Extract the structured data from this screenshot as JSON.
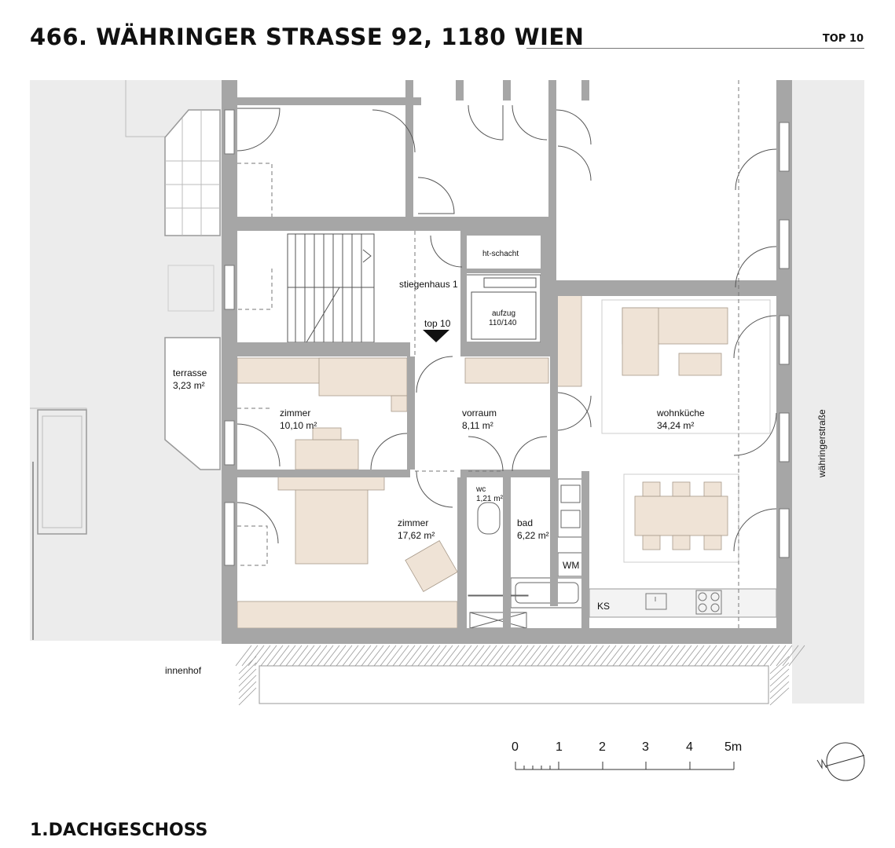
{
  "header": {
    "title": "466. WÄHRINGER STRASSE 92, 1180 WIEN",
    "unit": "TOP 10"
  },
  "footer": {
    "level": "1.DACHGESCHOSS"
  },
  "rooms": {
    "stiegenhaus": "stiegenhaus 1",
    "ht_schacht": "ht-schacht",
    "aufzug": "aufzug",
    "aufzug_size": "110/140",
    "top_marker": "top 10",
    "terrasse": "terrasse",
    "terrasse_area": "3,23 m²",
    "zimmer1": "zimmer",
    "zimmer1_area": "10,10 m²",
    "vorraum": "vorraum",
    "vorraum_area": "8,11 m²",
    "wohnkueche": "wohnküche",
    "wohnkueche_area": "34,24 m²",
    "zimmer2": "zimmer",
    "zimmer2_area": "17,62 m²",
    "wc": "wc",
    "wc_area": "1,21 m²",
    "bad": "bad",
    "bad_area": "6,22 m²",
    "wm": "WM",
    "ks": "KS",
    "innenhof": "innenhof",
    "street": "währingerstraße"
  },
  "scale": {
    "ticks": [
      "0",
      "1",
      "2",
      "3",
      "4",
      "5m"
    ]
  },
  "colors": {
    "wall": "#a6a6a6",
    "furniture": "#efe3d6",
    "outside": "#ececec"
  }
}
